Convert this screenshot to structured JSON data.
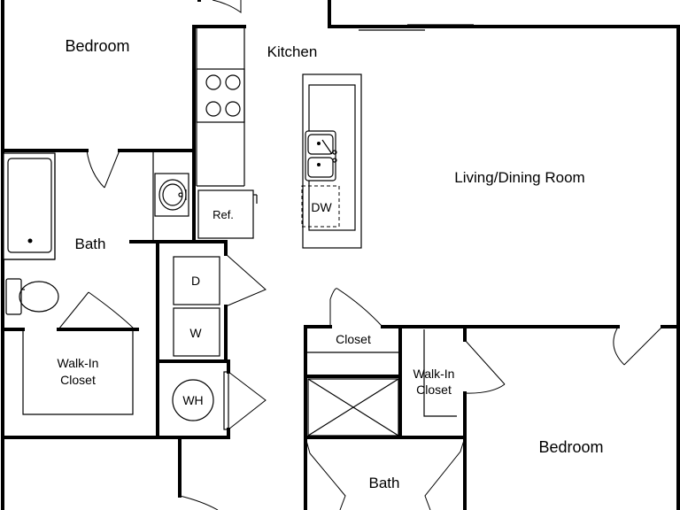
{
  "rooms": {
    "bedroom_top": "Bedroom",
    "kitchen": "Kitchen",
    "living_dining": "Living/Dining Room",
    "bath_left": "Bath",
    "walkin_left_line1": "Walk-In",
    "walkin_left_line2": "Closet",
    "closet_center": "Closet",
    "walkin_right_line1": "Walk-In",
    "walkin_right_line2": "Closet",
    "bedroom_bottom": "Bedroom",
    "bath_bottom": "Bath"
  },
  "fixtures": {
    "refrigerator": "Ref.",
    "dishwasher": "DW",
    "dryer": "D",
    "washer": "W",
    "water_heater": "WH"
  }
}
